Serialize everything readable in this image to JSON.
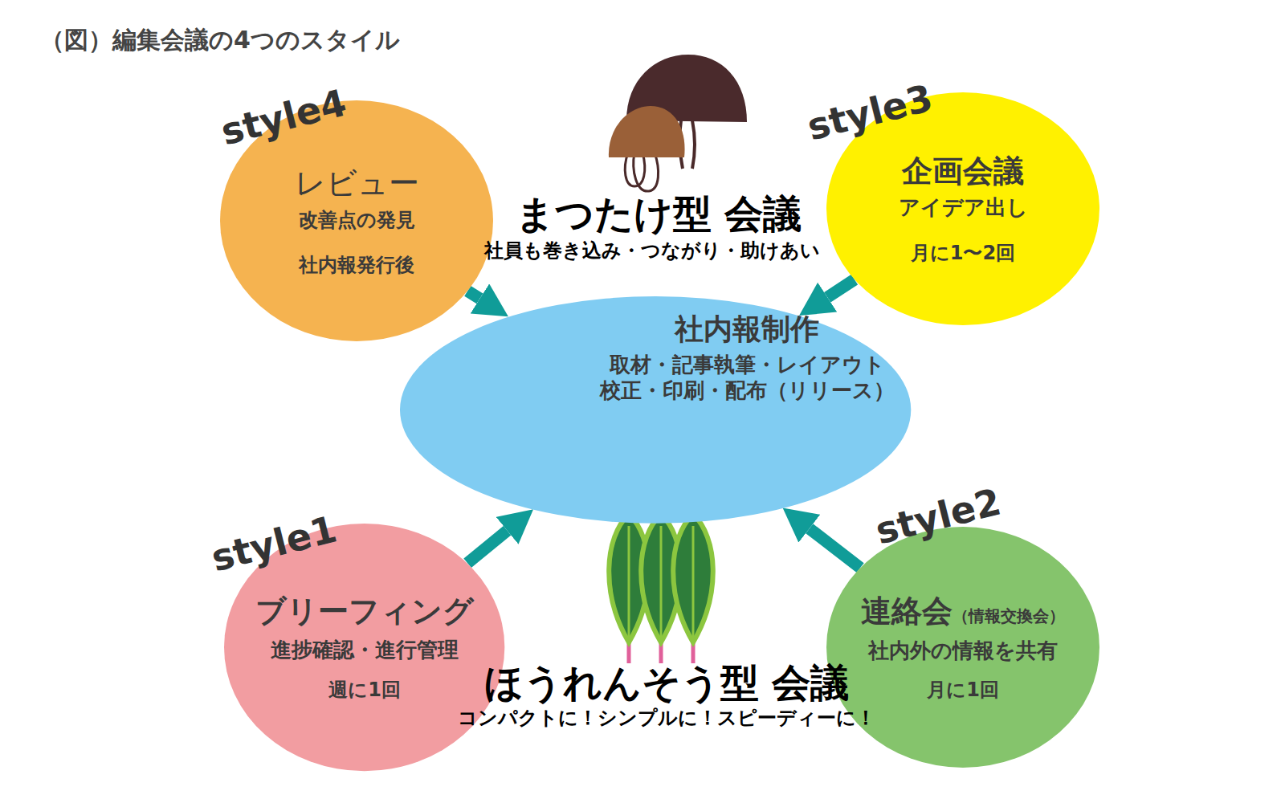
{
  "diagram": {
    "title": "（図）編集会議の4つのスタイル",
    "nodes": [
      {
        "text": [
          "style4",
          "レビュー",
          "改善点の発見",
          "社内報発行後"
        ]
      },
      {
        "text": [
          "style3",
          "企画会議",
          "アイデア出し",
          "月に1〜2回"
        ]
      },
      {
        "text": [
          "社内報制作",
          "取材・記事執筆・レイアウト 校正・印刷・配布（リリース）"
        ]
      },
      {
        "text": [
          "style1",
          "ブリーフィング",
          "進捗確認・進行管理",
          "週に1回"
        ]
      },
      {
        "text": [
          "style2",
          "連絡会",
          "（情報交換会）",
          "社内外の情報を共有",
          "月に1回"
        ]
      }
    ],
    "edges": [
      {
        "from": 0,
        "to": 2,
        "arrow": "to"
      },
      {
        "from": 1,
        "to": 2,
        "arrow": "to"
      },
      {
        "from": 3,
        "to": 2,
        "arrow": "to"
      },
      {
        "from": 4,
        "to": 2,
        "arrow": "to"
      }
    ],
    "labels": [
      "まつたけ型 会議",
      "社員も巻き込み・つながり・助けあい",
      "ほうれんそう型 会議",
      "コンパクトに！シンプルに！スピーディーに！"
    ]
  }
}
